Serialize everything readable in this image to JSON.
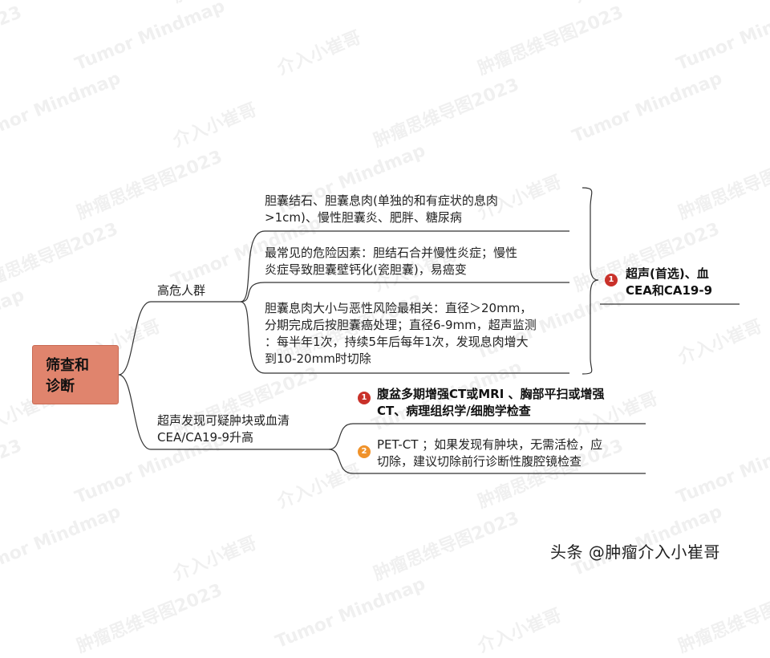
{
  "root": {
    "line1": "筛查和",
    "line2": "诊断"
  },
  "branches": [
    {
      "label": "高危人群",
      "children": [
        {
          "lines": [
            "胆囊结石、胆囊息肉(单独的和有症状的息肉",
            ">1cm)、慢性胆囊炎、肥胖、糖尿病"
          ]
        },
        {
          "lines": [
            "最常见的危险因素：胆结石合并慢性炎症；慢性",
            "炎症导致胆囊壁钙化(瓷胆囊)，易癌变"
          ]
        },
        {
          "lines": [
            "胆囊息肉大小与恶性风险最相关：直径＞20mm，",
            "分期完成后按胆囊癌处理；直径6-9mm，超声监测",
            "：每半年1次，持续5年后每年1次，发现息肉增大",
            "到10-20mm时切除"
          ]
        }
      ],
      "summary": {
        "badge": "1",
        "lines": [
          "超声(首选)、血",
          "CEA和CA19-9"
        ]
      }
    },
    {
      "label_lines": [
        "超声发现可疑肿块或血清",
        "CEA/CA19-9升高"
      ],
      "children": [
        {
          "badge": "1",
          "lines": [
            "腹盆多期增强CT或MRI 、胸部平扫或增强",
            "CT、病理组织学/细胞学检查"
          ]
        },
        {
          "badge": "2",
          "lines": [
            "PET-CT ；如果发现有肿块，无需活检，应",
            "切除，建议切除前行诊断性腹腔镜检查"
          ]
        }
      ]
    }
  ],
  "watermark_texts": [
    "介入小崔哥",
    "肿瘤思维导图2023",
    "Tumor Mindmap"
  ],
  "footer": "头条 @肿瘤介入小崔哥",
  "colors": {
    "root_fill": "#e0846d",
    "badge_red": "#c9312a",
    "badge_orange": "#f0922a",
    "line": "#333333"
  }
}
